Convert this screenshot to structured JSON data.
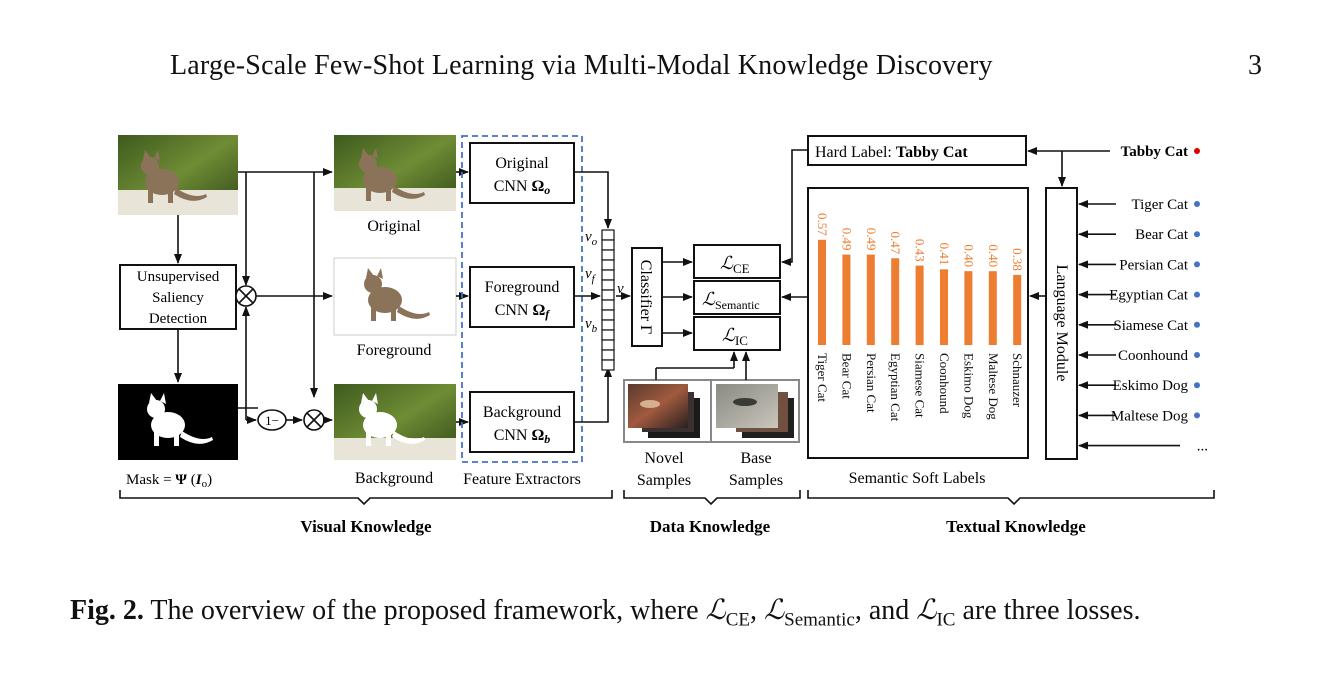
{
  "header": {
    "title": "Large-Scale Few-Shot Learning via Multi-Modal Knowledge Discovery",
    "page_number": "3"
  },
  "figure": {
    "visual": {
      "saliency_box": [
        "Unsupervised",
        "Saliency",
        "Detection"
      ],
      "mask_label_prefix": "Mask = ",
      "mask_label_psi": "Ψ",
      "mask_label_open": " (",
      "mask_label_io": "I",
      "mask_label_sub": "o",
      "mask_label_close": ")",
      "one_minus": "1−",
      "image_labels": [
        "Original",
        "Foreground",
        "Background"
      ],
      "cnn_boxes": [
        {
          "line1": "Original",
          "line2": "CNN ",
          "omega": "Ω",
          "sub": "o"
        },
        {
          "line1": "Foreground",
          "line2": "CNN ",
          "omega": "Ω",
          "sub": "f"
        },
        {
          "line1": "Background",
          "line2": "CNN ",
          "omega": "Ω",
          "sub": "b"
        }
      ],
      "feature_extractors": "Feature Extractors",
      "vectors": {
        "vo": "v",
        "vo_sub": "o",
        "vf": "v",
        "vf_sub": "f",
        "vb": "v",
        "vb_sub": "b",
        "v": "v"
      },
      "classifier": "Classifier Γ",
      "section_label": "Visual Knowledge"
    },
    "data": {
      "losses": [
        {
          "main": "ℒ",
          "sub": "CE"
        },
        {
          "main": "ℒ",
          "sub": "Semantic"
        },
        {
          "main": "ℒ",
          "sub": "IC"
        }
      ],
      "novel_label": [
        "Novel",
        "Samples"
      ],
      "base_label": [
        "Base",
        "Samples"
      ],
      "section_label": "Data Knowledge"
    },
    "textual": {
      "hard_label_prefix": "Hard Label: ",
      "hard_label_value": "Tabby  Cat",
      "tabby_cat": "Tabby Cat",
      "language_module": "Language Module",
      "soft_labels_title": "Semantic Soft Labels",
      "section_label": "Textual Knowledge",
      "input_labels": [
        "Tiger Cat",
        "Bear Cat",
        "Persian Cat",
        "Egyptian Cat",
        "Siamese Cat",
        "Coonhound",
        "Eskimo Dog",
        "Maltese Dog",
        "..."
      ],
      "colors": {
        "bar": "#ed7d31",
        "dot_blue": "#4472c4",
        "dot_red": "#e00000",
        "dash_blue": "#4472c4"
      }
    }
  },
  "chart_data": {
    "type": "bar",
    "title": "Semantic Soft Labels",
    "categories": [
      "Tiger Cat",
      "Bear Cat",
      "Persian Cat",
      "Egyptian Cat",
      "Siamese Cat",
      "Coonhound",
      "Eskimo Dog",
      "Maltese Dog",
      "Schnauzer"
    ],
    "values": [
      0.57,
      0.49,
      0.49,
      0.47,
      0.43,
      0.41,
      0.4,
      0.4,
      0.38
    ],
    "value_labels": [
      "0.57",
      "0.49",
      "0.49",
      "0.47",
      "0.43",
      "0.41",
      "0.40",
      "0.40",
      "0.38"
    ],
    "ylim": [
      0,
      0.6
    ]
  },
  "caption": {
    "label": "Fig. 2.",
    "text_1": " The overview of the proposed framework, where ",
    "l1": "ℒ",
    "l1_sub": "CE",
    "text_2": ", ",
    "l2": "ℒ",
    "l2_sub": "Semantic",
    "text_3": ", and ",
    "l3": "ℒ",
    "l3_sub": "IC",
    "text_4": " are three losses."
  }
}
